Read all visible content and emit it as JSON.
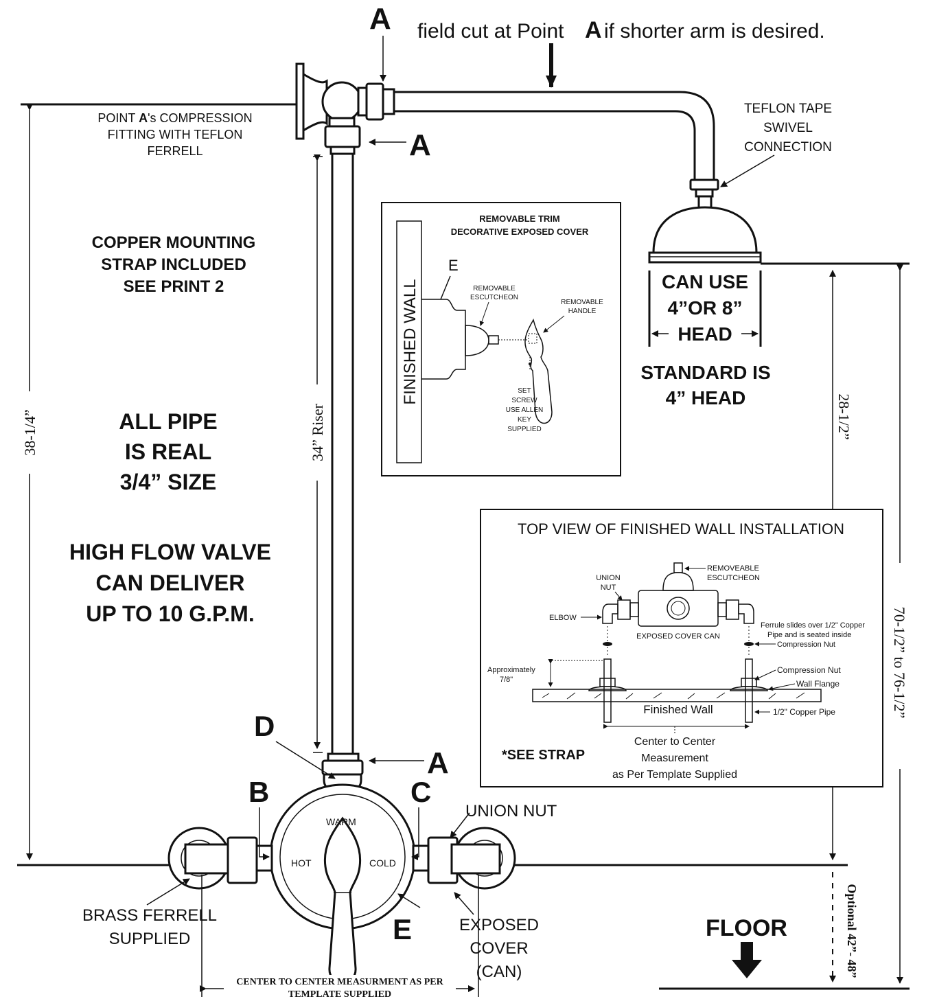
{
  "note": {
    "line1": "field cut at Point",
    "point": "A",
    "line2": "if shorter arm is desired."
  },
  "callouts": {
    "A": "A",
    "B": "B",
    "C": "C",
    "D": "D",
    "E": "E"
  },
  "labels": {
    "compression_line1_pre": "POINT ",
    "compression_line1_bold": "A",
    "compression_line1_post": "'s COMPRESSION",
    "compression_line2": "FITTING WITH TEFLON",
    "compression_line3": "FERRELL",
    "teflon_line1": "TEFLON TAPE",
    "teflon_line2": "SWIVEL",
    "teflon_line3": "CONNECTION",
    "copper_line1": "COPPER MOUNTING",
    "copper_line2": "STRAP INCLUDED",
    "copper_line3": "SEE PRINT 2",
    "allpipe_line1": "ALL PIPE",
    "allpipe_line2": "IS REAL",
    "allpipe_line3": "3/4” SIZE",
    "flow_line1": "HIGH FLOW VALVE",
    "flow_line2": "CAN DELIVER",
    "flow_line3": "UP TO 10 G.P.M.",
    "canuse_line1": "CAN USE",
    "canuse_line2": "4”OR 8”",
    "canuse_line3": "HEAD",
    "standard_line1": "STANDARD IS",
    "standard_line2": "4” HEAD",
    "union_nut": "UNION NUT",
    "brass_line1": "BRASS FERRELL",
    "brass_line2": "SUPPLIED",
    "exposed_line1": "EXPOSED",
    "exposed_line2": "COVER",
    "exposed_line3": "(CAN)",
    "floor": "FLOOR",
    "warm": "WARM",
    "hot": "HOT",
    "cold": "COLD"
  },
  "dimensions": {
    "total_height": "38-1/4”",
    "riser": "34” Riser",
    "head_height": "28-1/2”",
    "overall": "70-1/2” to 76-1/2”",
    "optional": "Optional 42”- 48”",
    "center_line1": "CENTER TO CENTER MEASURMENT AS PER",
    "center_line2": "TEMPLATE SUPPLIED"
  },
  "inset_trim": {
    "title_line1": "REMOVABLE TRIM",
    "title_line2": "DECORATIVE EXPOSED COVER",
    "wall": "FINISHED WALL",
    "e": "E",
    "escutcheon_line1": "REMOVABLE",
    "escutcheon_line2": "ESCUTCHEON",
    "handle_line1": "REMOVABLE",
    "handle_line2": "HANDLE",
    "setscrew_line1": "SET",
    "setscrew_line2": "SCREW",
    "setscrew_line3": "USE ALLEN",
    "setscrew_line4": "KEY",
    "setscrew_line5": "SUPPLIED"
  },
  "inset_top": {
    "title": "TOP VIEW OF FINISHED WALL INSTALLATION",
    "escutcheon_line1": "REMOVEABLE",
    "escutcheon_line2": "ESCUTCHEON",
    "union_line1": "UNION",
    "union_line2": "NUT",
    "elbow": "ELBOW",
    "can": "EXPOSED COVER CAN",
    "ferrule_line1": "Ferrule slides over 1/2\" Copper",
    "ferrule_line2": "Pipe and is seated inside",
    "ferrule_line3": "Compression Nut",
    "approx_line1": "Approximately",
    "approx_line2": "7/8\"",
    "compression_nut": "Compression Nut",
    "wall_flange": "Wall Flange",
    "finished_wall": "Finished Wall",
    "copper_pipe": "1/2\" Copper Pipe",
    "center_line1": "Center to Center",
    "center_line2": "Measurement",
    "center_line3": "as Per Template Supplied",
    "see_strap": "*SEE STRAP"
  }
}
